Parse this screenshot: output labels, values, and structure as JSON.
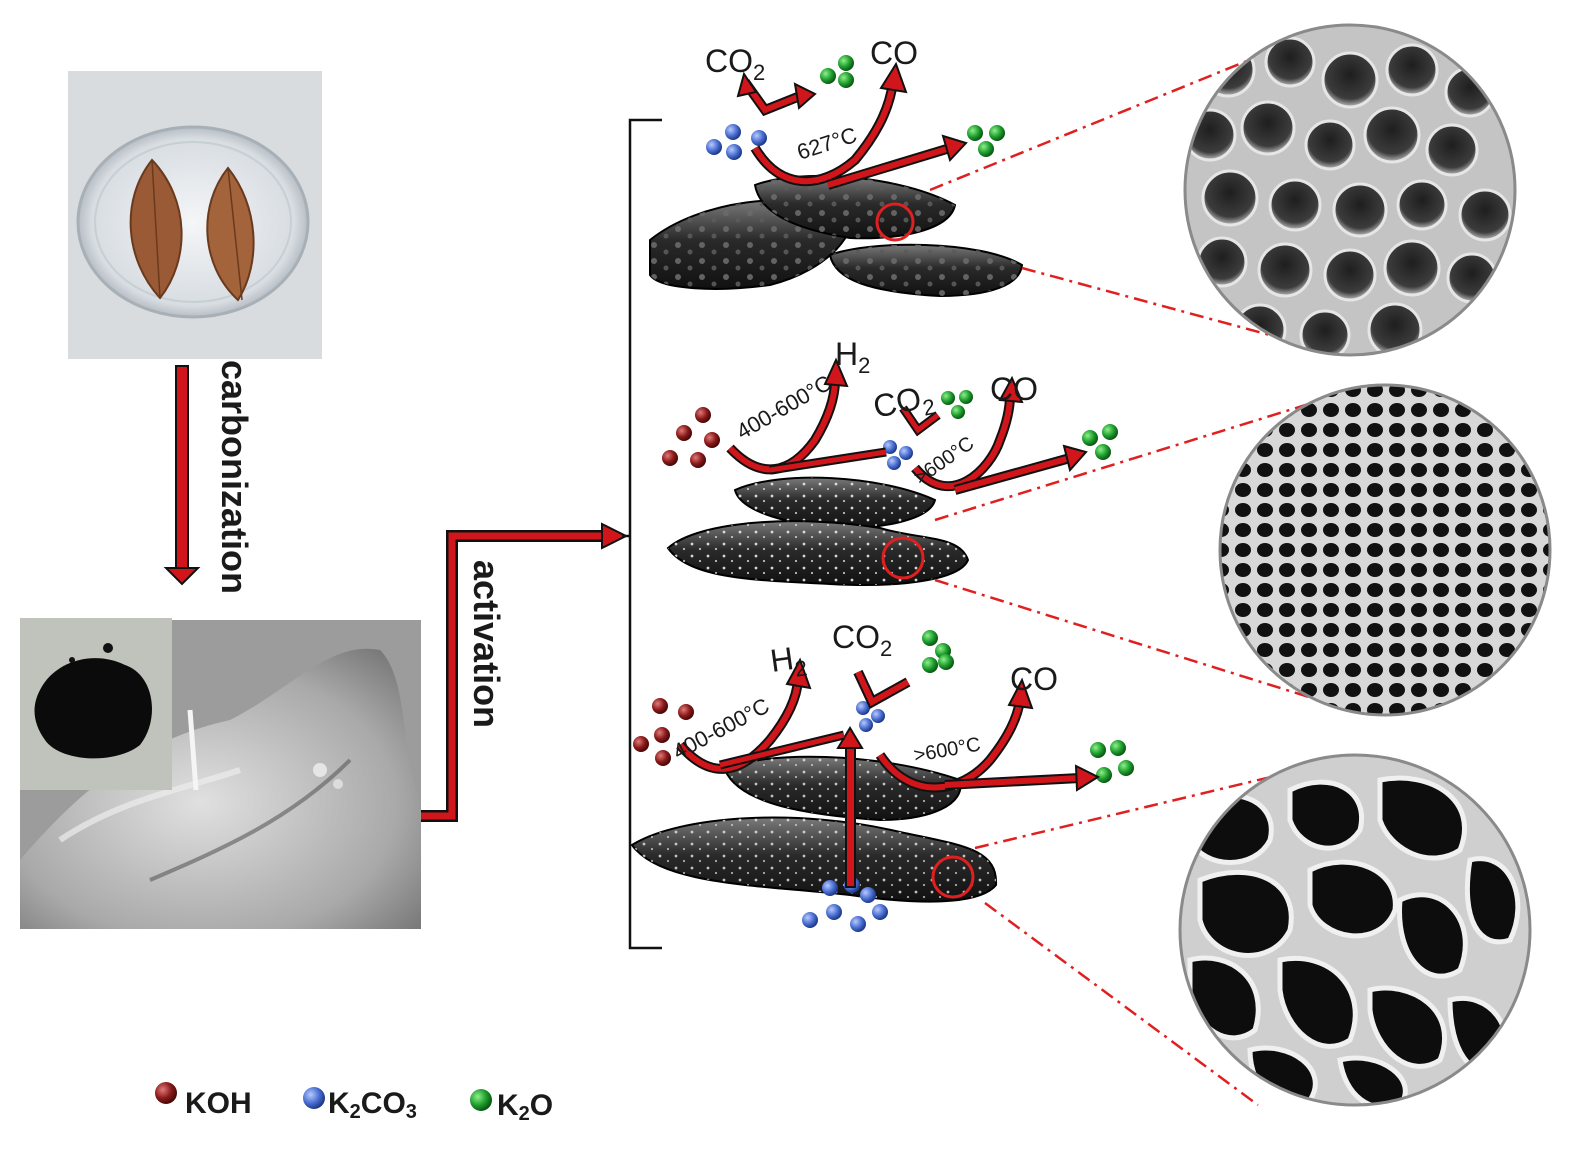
{
  "steps": {
    "carbonization": "carbonization",
    "activation": "activation"
  },
  "pathways": [
    {
      "gases": {
        "co2": "CO",
        "co2_sub": "2",
        "co": "CO"
      },
      "temperature": "627°C"
    },
    {
      "gases": {
        "h2": "H",
        "h2_sub": "2",
        "co2": "CO",
        "co2_sub": "2",
        "co": "CO"
      },
      "temp_low": "400-600°C",
      "temp_high": ">600°C"
    },
    {
      "gases": {
        "h2": "H",
        "h2_sub": "2",
        "co2": "CO",
        "co2_sub": "2",
        "co": "CO"
      },
      "temp_low": "400-600°C",
      "temp_high": ">600°C"
    }
  ],
  "legend": [
    {
      "symbol": "KOH",
      "parts": [
        "KOH"
      ],
      "color": "#8b1a1a"
    },
    {
      "symbol": "K2CO3",
      "parts": [
        "K",
        "2",
        "CO",
        "3"
      ],
      "color": "#4a6fd1"
    },
    {
      "symbol": "K2O",
      "parts": [
        "K",
        "2",
        "O"
      ],
      "color": "#1e9e2e"
    }
  ],
  "colors": {
    "arrow_red": "#d0161b",
    "guide_red": "#e02020",
    "koh": "#8b1a1a",
    "k2co3": "#4a6fd1",
    "k2o": "#1e9e2e"
  },
  "icons": [
    "leaf-photo",
    "carbon-powder-photo",
    "sem-image",
    "pore-micrograph-icon",
    "carbon-sheet-icon"
  ]
}
